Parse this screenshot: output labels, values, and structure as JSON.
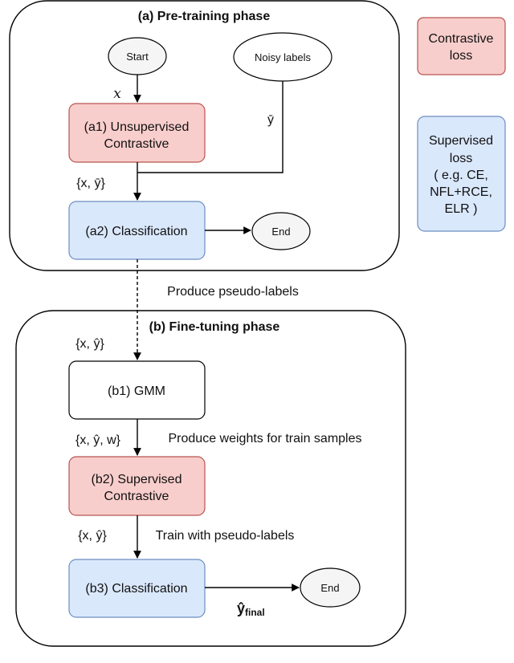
{
  "colors": {
    "contrastive_fill": "#f8cecc",
    "contrastive_stroke": "#b85450",
    "supervised_fill": "#dae8fc",
    "supervised_stroke": "#6c8ebf",
    "terminal_fill": "#f5f5f5",
    "line": "#000000"
  },
  "phase_a": {
    "title": "(a) Pre-training phase",
    "start": "Start",
    "noisy_labels": "Noisy labels",
    "x_label": "x",
    "ybar_label": "ȳ",
    "a1_line1": "(a1) Unsupervised",
    "a1_line2": "Contrastive",
    "pair_x": "{x, ȳ}",
    "a2": "(a2) Classification",
    "end": "End"
  },
  "link_label": "Produce pseudo-labels",
  "phase_b": {
    "title": "(b) Fine-tuning phase",
    "pair_in": "{x, ŷ}",
    "b1": "(b1) GMM",
    "triple": "{x, ŷ, w}",
    "weights_label": "Produce weights for train samples",
    "b2_line1": "(b2) Supervised",
    "b2_line2": "Contrastive",
    "pair_b3": "{x, ŷ}",
    "train_label": "Train with pseudo-labels",
    "b3": "(b3) Classification",
    "end": "End",
    "yfinal_main": "ŷ",
    "yfinal_sub": "final"
  },
  "legend": {
    "contrastive_line1": "Contrastive",
    "contrastive_line2": "loss",
    "supervised_line1": "Supervised",
    "supervised_line2": "loss",
    "supervised_line3": "( e.g. CE,",
    "supervised_line4": "NFL+RCE,",
    "supervised_line5": "ELR )"
  }
}
